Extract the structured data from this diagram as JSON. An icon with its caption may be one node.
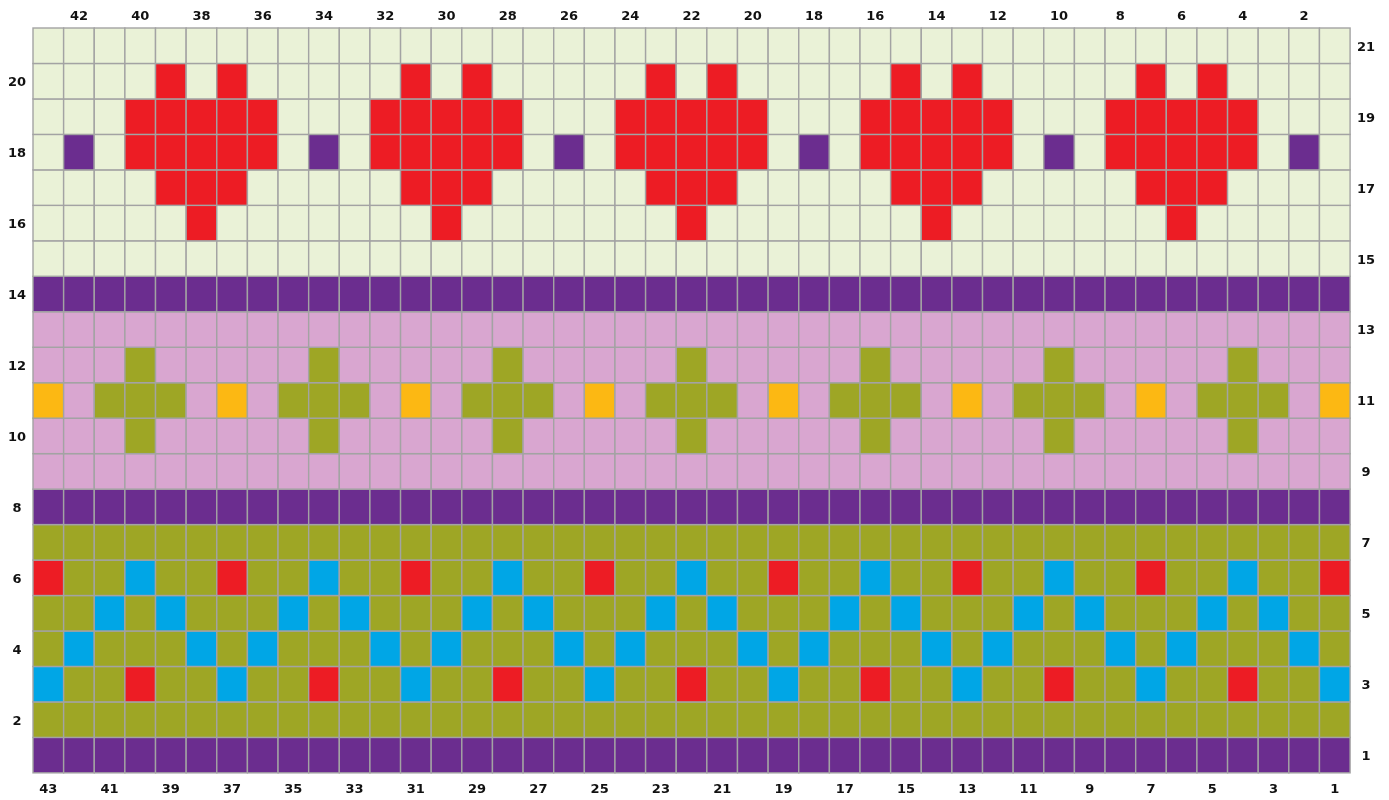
{
  "diagram": {
    "labels": [
      "42",
      "40",
      "38",
      "36",
      "34",
      "32",
      "30",
      "28",
      "26",
      "24",
      "22",
      "20",
      "18",
      "16",
      "14",
      "12",
      "10",
      "8",
      "6",
      "4",
      "2",
      "21",
      "20",
      "19",
      "18",
      "17",
      "16",
      "15",
      "14",
      "13",
      "12",
      "11",
      "10",
      "9",
      "8",
      "7",
      "6",
      "5",
      "4",
      "3",
      "2",
      "1",
      "43",
      "41",
      "39",
      "37",
      "35",
      "33",
      "31",
      "29",
      "27",
      "25",
      "23",
      "21",
      "19",
      "17",
      "15",
      "13",
      "11",
      "9",
      "7",
      "5",
      "3",
      "1"
    ]
  }
}
